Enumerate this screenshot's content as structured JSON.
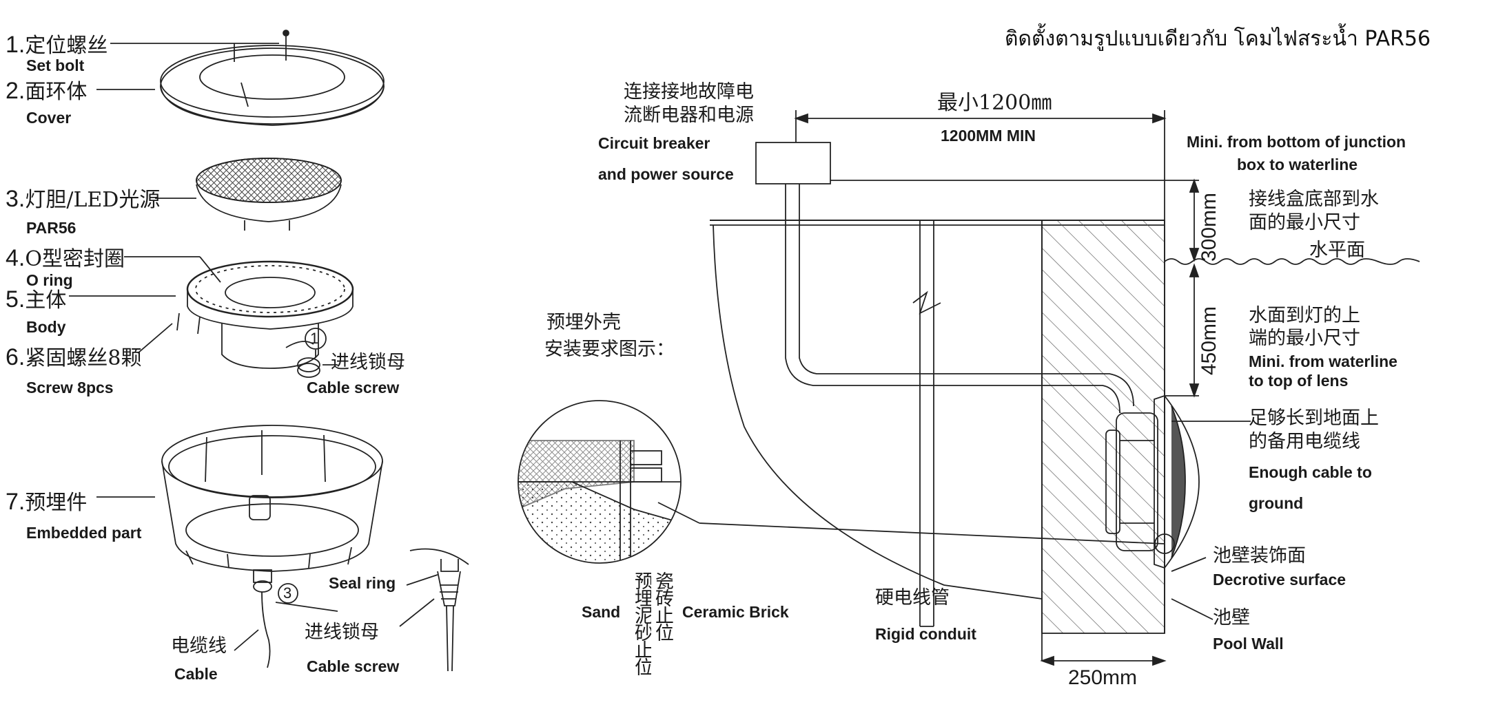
{
  "header": {
    "thai_title": "ติดตั้งตามรูปแบบเดียวกับ โคมไฟสระน้ำ PAR56"
  },
  "parts": [
    {
      "num": "1.",
      "cn": "定位螺丝",
      "en": "Set bolt"
    },
    {
      "num": "2.",
      "cn": "面环体",
      "en": "Cover"
    },
    {
      "num": "3.",
      "cn": "灯胆/LED光源",
      "en": "PAR56"
    },
    {
      "num": "4.",
      "cn": "O型密封圈",
      "en": "O ring"
    },
    {
      "num": "5.",
      "cn": "主体",
      "en": "Body"
    },
    {
      "num": "6.",
      "cn": "紧固螺丝8颗",
      "en": "Screw 8pcs"
    },
    {
      "num": "7.",
      "cn": "预埋件",
      "en": "Embedded part"
    }
  ],
  "callouts": {
    "c1_num": "1",
    "c1_cn": "进线锁母",
    "c1_en": "Cable screw",
    "c3_num": "3",
    "seal_ring": "Seal ring",
    "cable_cn": "电缆线",
    "cable_en": "Cable",
    "cable_screw_cn": "进线锁母",
    "cable_screw_en": "Cable screw"
  },
  "installation": {
    "breaker_cn_1": "连接接地故障电",
    "breaker_cn_2": "流断电器和电源",
    "breaker_en_1": "Circuit breaker",
    "breaker_en_2": "and power source",
    "min_cn": "最小1200㎜",
    "min_en": "1200MM MIN",
    "jb_en_1": "Mini. from bottom of junction",
    "jb_en_2": "box to waterline",
    "jb_cn_1": "接线盒底部到水",
    "jb_cn_2": "面的最小尺寸",
    "dim_300": "300mm",
    "waterline_cn": "水平面",
    "dim_450": "450mm",
    "lens_cn_1": "水面到灯的上",
    "lens_cn_2": "端的最小尺寸",
    "lens_en_1": "Mini. from waterline",
    "lens_en_2": "to top of lens",
    "cable_cn_1": "足够长到地面上",
    "cable_cn_2": "的备用电缆线",
    "cable_en_1": "Enough cable to",
    "cable_en_2": "ground",
    "embed_cn_1": "预埋外壳",
    "embed_cn_2": "安装要求图示：",
    "sand": "Sand",
    "vert_1": "预埋泥砂止位",
    "vert_2": "瓷砖止位",
    "ceramic": "Ceramic Brick",
    "conduit_cn": "硬电线管",
    "conduit_en": "Rigid conduit",
    "deco_cn": "池壁装饰面",
    "deco_en": "Decrotive surface",
    "wall_cn": "池壁",
    "wall_en": "Pool Wall",
    "dim_250": "250mm"
  }
}
